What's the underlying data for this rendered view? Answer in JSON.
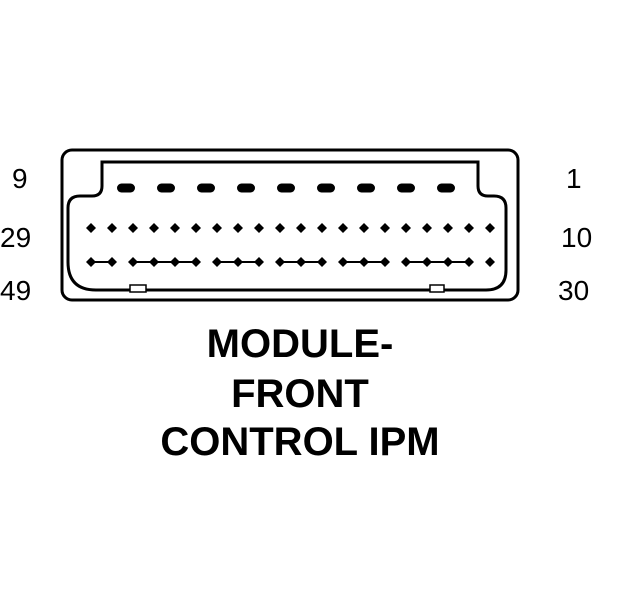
{
  "connector": {
    "pin_labels": {
      "top_left": "9",
      "middle_left": "29",
      "bottom_left": "49",
      "top_right": "1",
      "middle_right": "10",
      "bottom_right": "30"
    },
    "caption_lines": [
      "MODULE-",
      "FRONT",
      "CONTROL IPM"
    ],
    "rows": [
      {
        "name": "top-row",
        "pin_count": 9,
        "style": "oval"
      },
      {
        "name": "middle-row",
        "pin_count": 20,
        "style": "diamond"
      },
      {
        "name": "bottom-row",
        "pin_count": 20,
        "style": "diamond-linked"
      }
    ],
    "colors": {
      "ink": "#000000",
      "background": "#ffffff"
    }
  }
}
